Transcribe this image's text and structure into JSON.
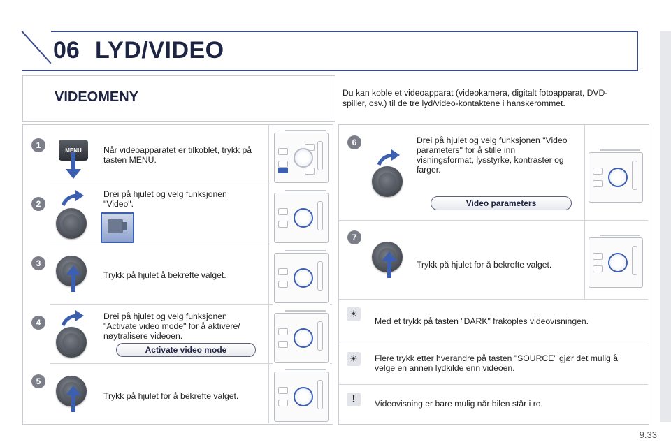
{
  "header": {
    "chapter": "06",
    "title": "LYD/VIDEO"
  },
  "section": {
    "title": "VIDEOMENY",
    "intro": "Du kan koble et videoapparat (videokamera, digitalt fotoapparat, DVD-spiller, osv.) til de tre lyd/video-kontaktene i hanskerommet."
  },
  "steps": [
    {
      "num": "1",
      "text": "Når videoapparatet er tilkoblet, trykk på tasten MENU.",
      "key_label": "MENU"
    },
    {
      "num": "2",
      "text": "Drei på hjulet og velg funksjonen \"Video\"."
    },
    {
      "num": "3",
      "text": "Trykk på hjulet å bekrefte valget."
    },
    {
      "num": "4",
      "text": "Drei på hjulet og velg funksjonen \"Activate video mode\" for å aktivere/ nøytralisere videoen.",
      "pill": "Activate video mode"
    },
    {
      "num": "5",
      "text": "Trykk på hjulet for å bekrefte valget."
    },
    {
      "num": "6",
      "text": "Drei på hjulet og velg funksjonen \"Video parameters\" for å stille inn visningsformat, lysstyrke, kontraster og farger.",
      "pill": "Video parameters"
    },
    {
      "num": "7",
      "text": "Trykk på hjulet for å bekrefte valget."
    }
  ],
  "tips": [
    {
      "icon": "sun-tip-icon",
      "text": "Med et trykk på tasten \"DARK\" frakoples videovisningen."
    },
    {
      "icon": "sun-tip-icon",
      "text": "Flere trykk etter hverandre på tasten \"SOURCE\" gjør det mulig å velge en annen lydkilde enn videoen."
    },
    {
      "icon": "warning-icon",
      "text": "Videovisning er bare mulig når bilen står i ro."
    }
  ],
  "footer": {
    "page": "9.33"
  },
  "colors": {
    "accent": "#3b4a8a",
    "title": "#1e2444",
    "arrow": "#3d5fb0"
  }
}
